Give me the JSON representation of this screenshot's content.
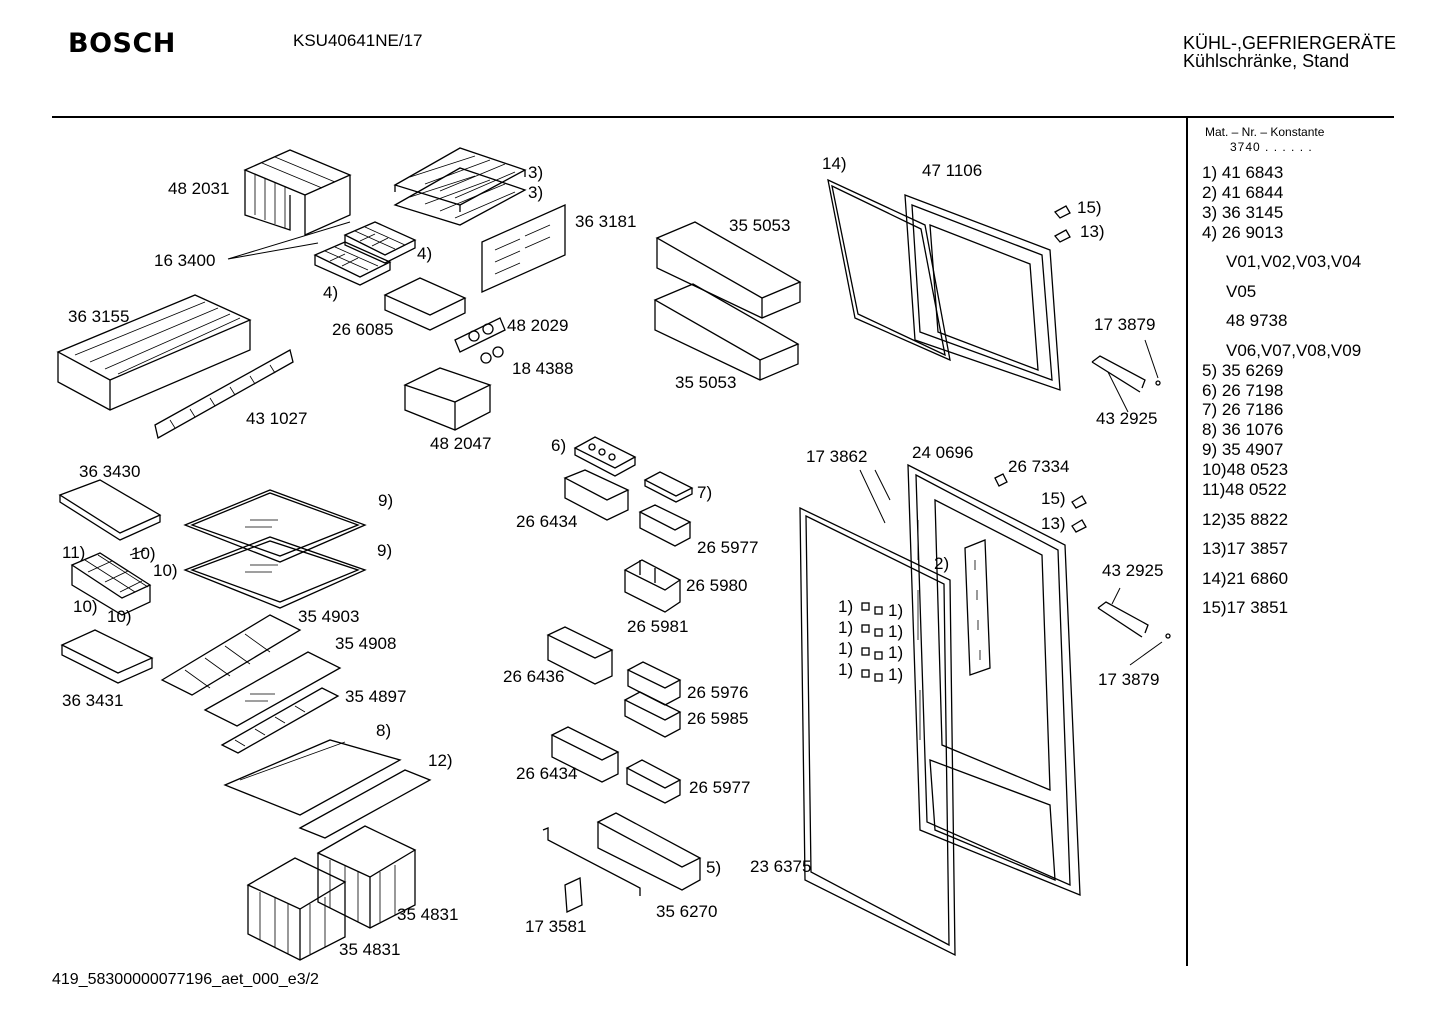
{
  "header": {
    "brand": "BOSCH",
    "model": "KSU40641NE/17",
    "category_line1": "KÜHL-,GEFRIERGERÄTE",
    "category_line2": "Kühlschränke, Stand"
  },
  "sidebar": {
    "heading": "Mat. – Nr. – Konstante",
    "constant": "3740 . .  . . . .",
    "lines": [
      "1) 41 6843",
      "2) 41 6844",
      "3) 36 3145",
      "4) 26 9013",
      "V01,V02,V03,V04",
      "V05",
      "48 9738",
      "V06,V07,V08,V09",
      "5) 35 6269",
      "6) 26 7198",
      "7) 26 7186",
      "8) 36 1076",
      "9) 35 4907",
      "10)48 0523",
      "11)48 0522",
      "12)35 8822",
      "13)17 3857",
      "14)21 6860",
      "15)17 3851"
    ]
  },
  "callouts": [
    "48 2031",
    "3)",
    "3)",
    "36 3181",
    "16 3400",
    "4)",
    "4)",
    "26 6085",
    "48 2029",
    "18 4388",
    "36 3155",
    "43 1027",
    "48 2047",
    "35 5053",
    "35 5053",
    "14)",
    "47 1106",
    "15)",
    "13)",
    "17 3879",
    "43 2925",
    "36 3430",
    "9)",
    "9)",
    "11)",
    "10)",
    "10)",
    "10)",
    "10)",
    "35 4903",
    "35 4908",
    "36 3431",
    "35 4897",
    "8)",
    "12)",
    "35 4831",
    "35 4831",
    "6)",
    "26 6434",
    "7)",
    "26 5977",
    "26 5980",
    "26 5981",
    "26 6436",
    "26 5976",
    "26 5985",
    "26 6434",
    "26 5977",
    "5)",
    "17 3581",
    "35 6270",
    "23 6375",
    "17 3862",
    "24 0696",
    "26 7334",
    "15)",
    "13)",
    "2)",
    "1)",
    "1)",
    "1)",
    "1)",
    "1)",
    "1)",
    "1)",
    "1)",
    "43 2925",
    "17 3879"
  ],
  "footer": "419_58300000077196_aet_000_e3/2"
}
